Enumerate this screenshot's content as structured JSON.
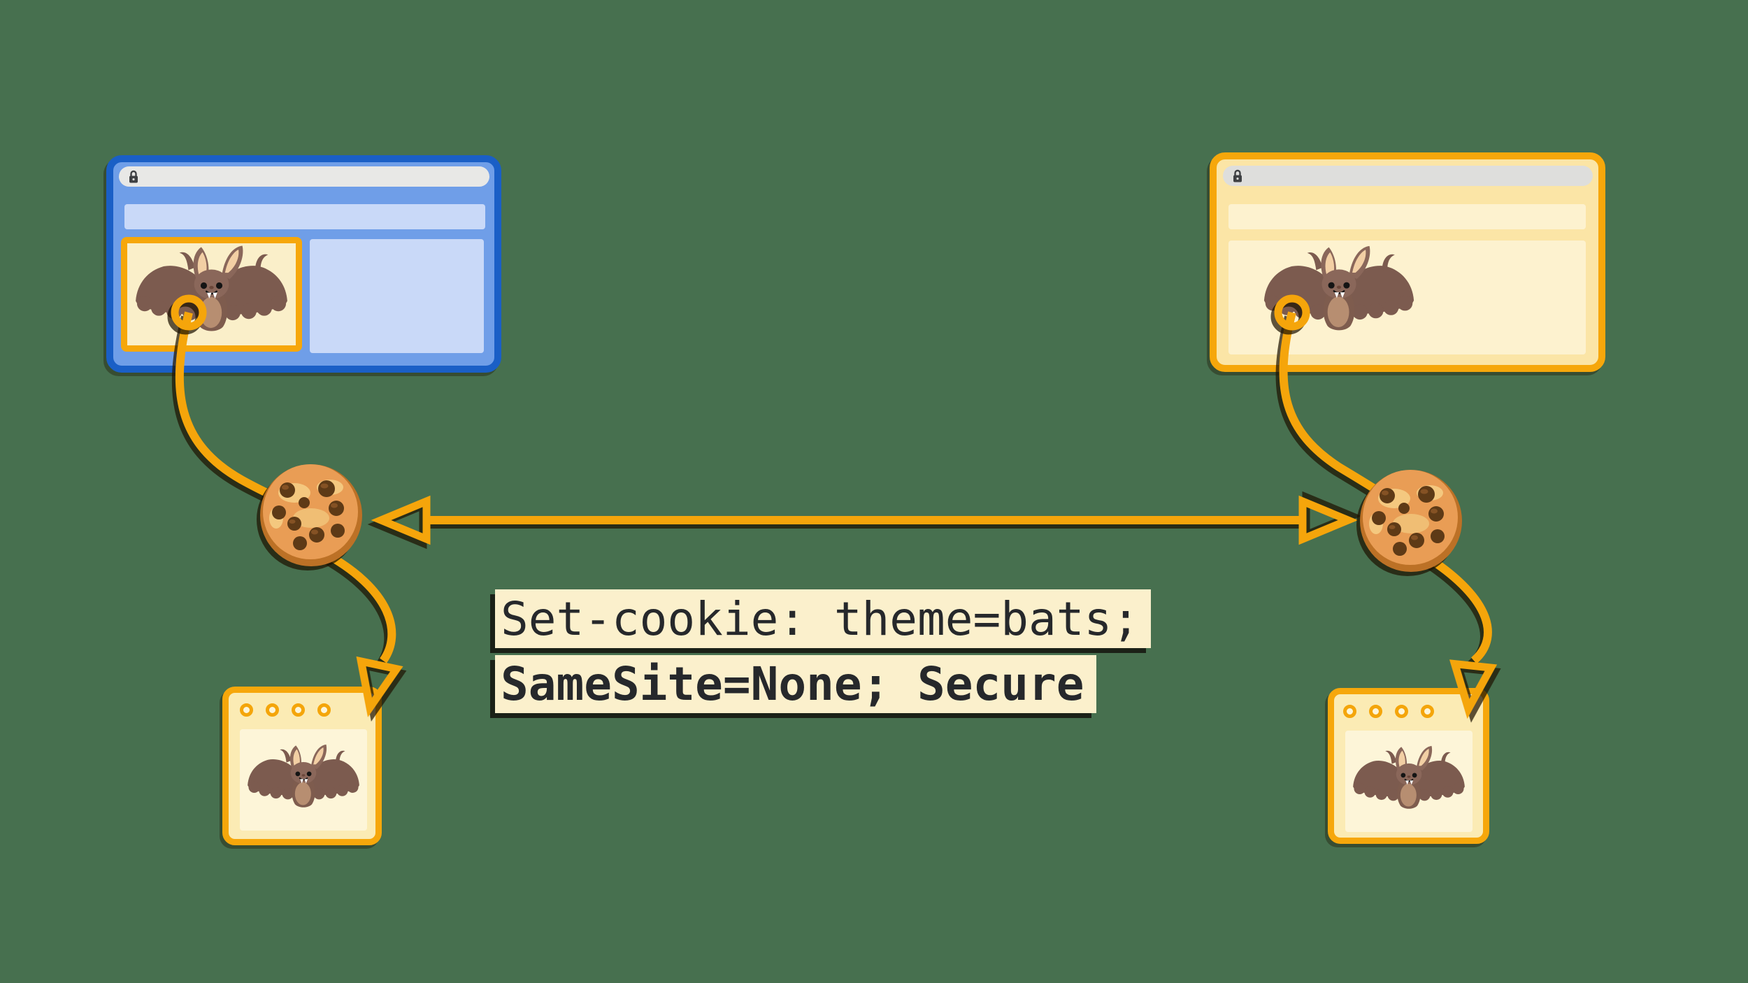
{
  "background_color": "#47704F",
  "code_label": {
    "line1": "Set-cookie: theme=bats;",
    "line2": "SameSite=None; Secure",
    "background": "#FBF0CC",
    "text_color": "#26282B"
  },
  "windows": {
    "left_browser": {
      "name": "blue browser window (first-party site)",
      "border_color": "#1A5FC6",
      "body_color": "#6F9EE8",
      "address_bar_color": "#E8E8E6",
      "lock_icon": "padlock-icon",
      "nav_placeholder_color": "#C9D9F8",
      "iframe": {
        "border_color": "#F6A70B",
        "background": "#FAEFC9",
        "content": "bat illustration"
      },
      "content_placeholder_color": "#C9D9F8"
    },
    "right_browser": {
      "name": "yellow browser window (third-party site)",
      "border_color": "#F6A70B",
      "body_color": "#FBE5A6",
      "address_bar_color": "#DEDEDC",
      "lock_icon": "padlock-icon",
      "nav_placeholder_color": "#FDF2CF",
      "content_background": "#FDF2CF",
      "content": "bat illustration"
    }
  },
  "widgets": {
    "left_widget": {
      "name": "small app window with bat",
      "border_color": "#F6A70B",
      "body_color": "#FBEBB4",
      "pane_color": "#FDF5D8",
      "dots": 4,
      "content": "bat illustration"
    },
    "right_widget": {
      "name": "small app window with bat",
      "border_color": "#F6A70B",
      "body_color": "#FBEBB4",
      "pane_color": "#FDF5D8",
      "dots": 4,
      "content": "bat illustration"
    }
  },
  "cookies": {
    "left": "chocolate-chip cookie icon",
    "right": "chocolate-chip cookie icon",
    "cookie_body_color": "#E99D55",
    "cookie_rim_color": "#BC7126",
    "chip_color": "#5E3A16"
  },
  "connectors": {
    "color": "#F5A50B",
    "shadow_color": "rgba(30,20,2,0.72)",
    "double_arrow": "between left cookie and right cookie",
    "left_flow": "blue browser iframe -> cookie -> left widget",
    "right_flow": "yellow browser page -> cookie -> right widget"
  }
}
